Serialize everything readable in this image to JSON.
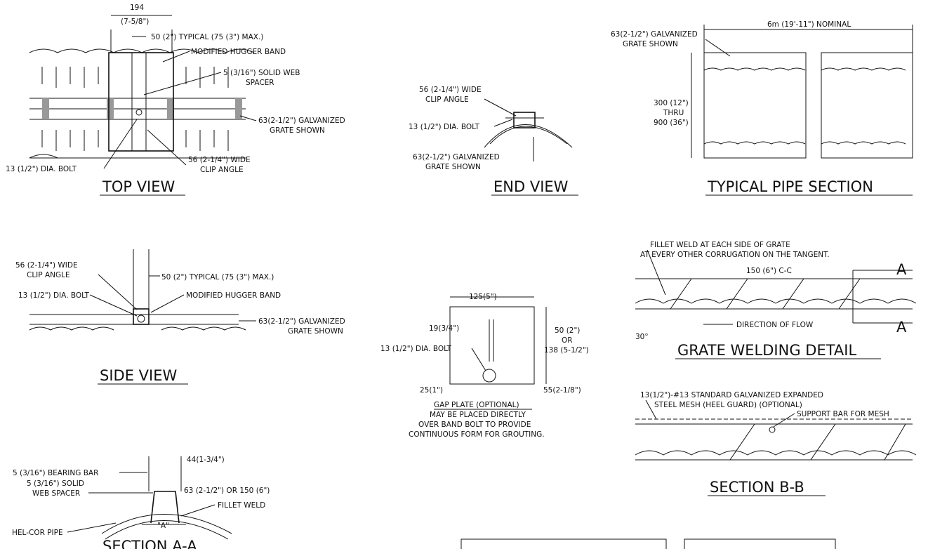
{
  "top_view": {
    "title": "TOP VIEW",
    "dim_width": "194",
    "dim_width_imperial": "(7-5/8\")",
    "gap_note": "50 (2\") TYPICAL (75 (3\") MAX.)",
    "band_label": "MODIFIED HUGGER BAND",
    "spacer_label_1": "5 (3/16\") SOLID WEB",
    "spacer_label_2": "SPACER",
    "grate_label_1": "63(2-1/2\") GALVANIZED",
    "grate_label_2": "GRATE SHOWN",
    "bolt_label": "13 (1/2\") DIA. BOLT",
    "clip_label_1": "56 (2-1/4\") WIDE",
    "clip_label_2": "CLIP ANGLE"
  },
  "end_view": {
    "title": "END VIEW",
    "clip_label_1": "56 (2-1/4\") WIDE",
    "clip_label_2": "CLIP ANGLE",
    "bolt_label": "13 (1/2\") DIA. BOLT",
    "grate_label_1": "63(2-1/2\") GALVANIZED",
    "grate_label_2": "GRATE SHOWN"
  },
  "typical_pipe_section": {
    "title": "TYPICAL PIPE SECTION",
    "length_label": "6m (19'-11\") NOMINAL",
    "grate_label_1": "63(2-1/2\") GALVANIZED",
    "grate_label_2": "GRATE SHOWN",
    "height_1": "300 (12\")",
    "height_2": "THRU",
    "height_3": "900 (36\")"
  },
  "side_view": {
    "title": "SIDE VIEW",
    "clip_label_1": "56 (2-1/4\") WIDE",
    "clip_label_2": "CLIP ANGLE",
    "gap_note": "50 (2\") TYPICAL (75 (3\") MAX.)",
    "bolt_label": "13 (1/2\") DIA. BOLT",
    "band_label": "MODIFIED HUGGER BAND",
    "grate_label_1": "63(2-1/2\") GALVANIZED",
    "grate_label_2": "GRATE SHOWN"
  },
  "gap_plate": {
    "width": "125(5\")",
    "offset": "19(3/4\")",
    "bolt_label": "13 (1/2\") DIA. BOLT",
    "height_1": "50 (2\")",
    "height_2": "OR",
    "height_3": "138 (5-1/2\")",
    "bottom_left": "25(1\")",
    "bottom_right": "55(2-1/8\")",
    "caption_title": "GAP PLATE (OPTIONAL)",
    "caption_1": "MAY BE PLACED DIRECTLY",
    "caption_2": "OVER BAND BOLT TO PROVIDE",
    "caption_3": "CONTINUOUS FORM FOR GROUTING."
  },
  "grate_welding_detail": {
    "title": "GRATE WELDING DETAIL",
    "weld_note_1": "FILLET WELD AT EACH SIDE OF GRATE",
    "weld_note_2": "AT EVERY OTHER CORRUGATION ON THE TANGENT.",
    "spacing": "150 (6\") C-C",
    "flow_label": "DIRECTION OF FLOW",
    "section_mark": "A",
    "angle": "30°"
  },
  "section_b_b": {
    "title": "SECTION B-B",
    "mesh_note_1": "13(1/2\")-#13 STANDARD GALVANIZED EXPANDED",
    "mesh_note_2": "STEEL MESH (HEEL GUARD) (OPTIONAL)",
    "support_label": "SUPPORT BAR FOR MESH"
  },
  "section_a_a": {
    "title": "SECTION A-A",
    "bar_label": "5 (3/16\") BEARING BAR",
    "width_label": "44(1-3/4\")",
    "spacer_label_1": "5 (3/16\") SOLID",
    "spacer_label_2": "WEB SPACER",
    "height_label": "63 (2-1/2\") OR 150 (6\")",
    "weld_label": "FILLET WELD",
    "pipe_label": "HEL-COR PIPE",
    "a_label": "\"A\""
  }
}
